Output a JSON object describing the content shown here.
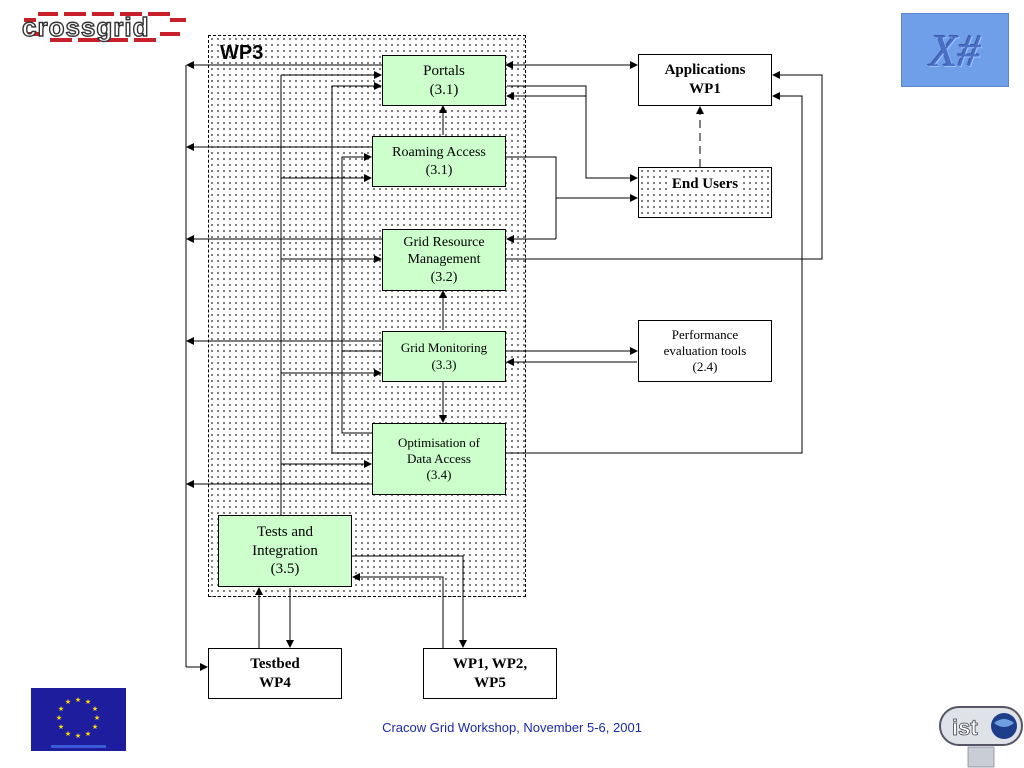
{
  "wp3_title": "WP3",
  "boxes": {
    "portals": {
      "line1": "Portals",
      "line2": "(3.1)"
    },
    "roaming": {
      "line1": "Roaming Access",
      "line2": "(3.1)"
    },
    "grm": {
      "line1": "Grid Resource",
      "line2": "Management",
      "line3": "(3.2)"
    },
    "monitoring": {
      "line1": "Grid Monitoring",
      "line2": "(3.3)"
    },
    "optimisation": {
      "line1": "Optimisation of",
      "line2": "Data Access",
      "line3": "(3.4)"
    },
    "tests": {
      "line1": "Tests and",
      "line2": "Integration",
      "line3": "(3.5)"
    },
    "applications": {
      "line1": "Applications",
      "line2": "WP1"
    },
    "end_users": {
      "line1": "End Users"
    },
    "perf_tools": {
      "line1": "Performance",
      "line2": "evaluation tools",
      "line3": "(2.4)"
    },
    "testbed": {
      "line1": "Testbed",
      "line2": "WP4"
    },
    "wp125": {
      "line1": "WP1, WP2,",
      "line2": "WP5"
    }
  },
  "footer": "Cracow Grid Workshop, November 5-6, 2001",
  "logos": {
    "crossgrid": "crossgrid",
    "xsharp": "X#",
    "ist": "ist"
  },
  "colors": {
    "box_green": "#ccffcc",
    "footer_text": "#1a2aa8",
    "xsharp_bg": "#6f9fe8",
    "eu_blue": "#1d1d9e",
    "eu_star": "#ffdd00"
  },
  "icons": [
    "crossgrid-logo-icon",
    "xsharp-logo-icon",
    "eu-flag-icon",
    "ist-logo-icon"
  ]
}
